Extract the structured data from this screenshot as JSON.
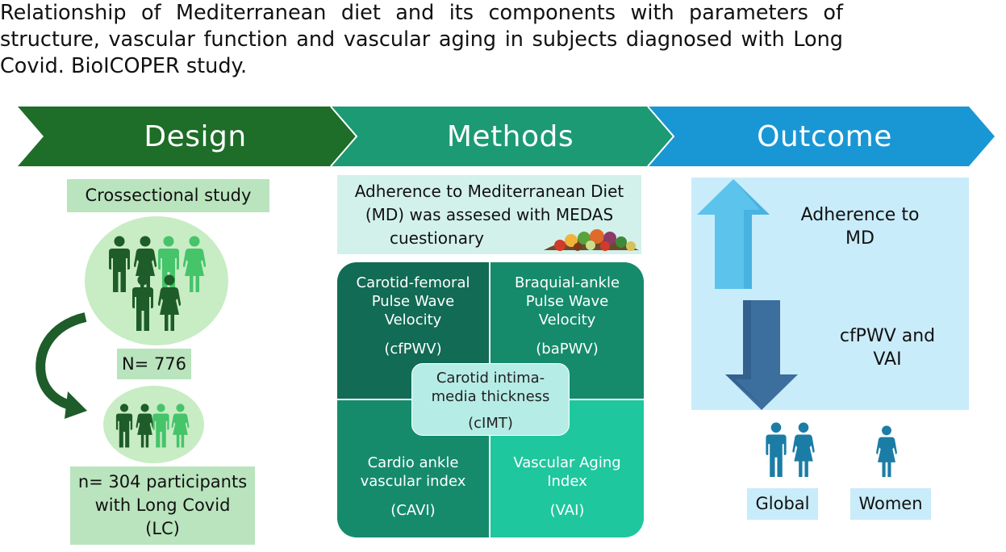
{
  "title": "Relationship of Mediterranean diet and its components with parameters of structure, vascular function and vascular aging in subjects diagnosed with Long Covid. BioICOPER study.",
  "banners": {
    "design": "Design",
    "methods": "Methods",
    "outcome": "Outcome"
  },
  "design": {
    "study_type": "Crossectional study",
    "n_total": "N= 776",
    "n_lc_line1": "n= 304 participants",
    "n_lc_line2": "with Long Covid",
    "n_lc_line3": "(LC)"
  },
  "methods": {
    "adherence_line1": "Adherence to Mediterranean Diet",
    "adherence_line2": "(MD) was assesed with MEDAS",
    "adherence_line3": "cuestionary",
    "cfpwv_line1": "Carotid-femoral",
    "cfpwv_line2": "Pulse Wave",
    "cfpwv_line3": "Velocity",
    "cfpwv_abbr": "(cfPWV)",
    "bapwv_line1": "Braquial-ankle",
    "bapwv_line2": "Pulse Wave",
    "bapwv_line3": "Velocity",
    "bapwv_abbr": "(baPWV)",
    "cimt_line1": "Carotid intima-",
    "cimt_line2": "media thickness",
    "cimt_abbr": "(cIMT)",
    "cavi_line1": "Cardio ankle",
    "cavi_line2": "vascular index",
    "cavi_abbr": "(CAVI)",
    "vai_line1": "Vascular Aging",
    "vai_line2": "Index",
    "vai_abbr": "(VAI)"
  },
  "outcome": {
    "up_line1": "Adherence to",
    "up_line2": "MD",
    "down_line1": "cfPWV and",
    "down_line2": "VAI",
    "global": "Global",
    "women": "Women"
  },
  "colors": {
    "design_banner": "#1e6d28",
    "methods_banner": "#1c9a73",
    "outcome_banner": "#1997d4",
    "light_green": "#b9e4bd",
    "circle_green": "#c8ecc4",
    "dark_figure": "#1e5c2a",
    "light_figure": "#45c46a",
    "quad_dark": "#126b54",
    "quad_mid": "#158b6c",
    "quad_light": "#1fc79e",
    "outcome_panel": "#c9ecfa",
    "people_blue": "#1b7da6"
  }
}
